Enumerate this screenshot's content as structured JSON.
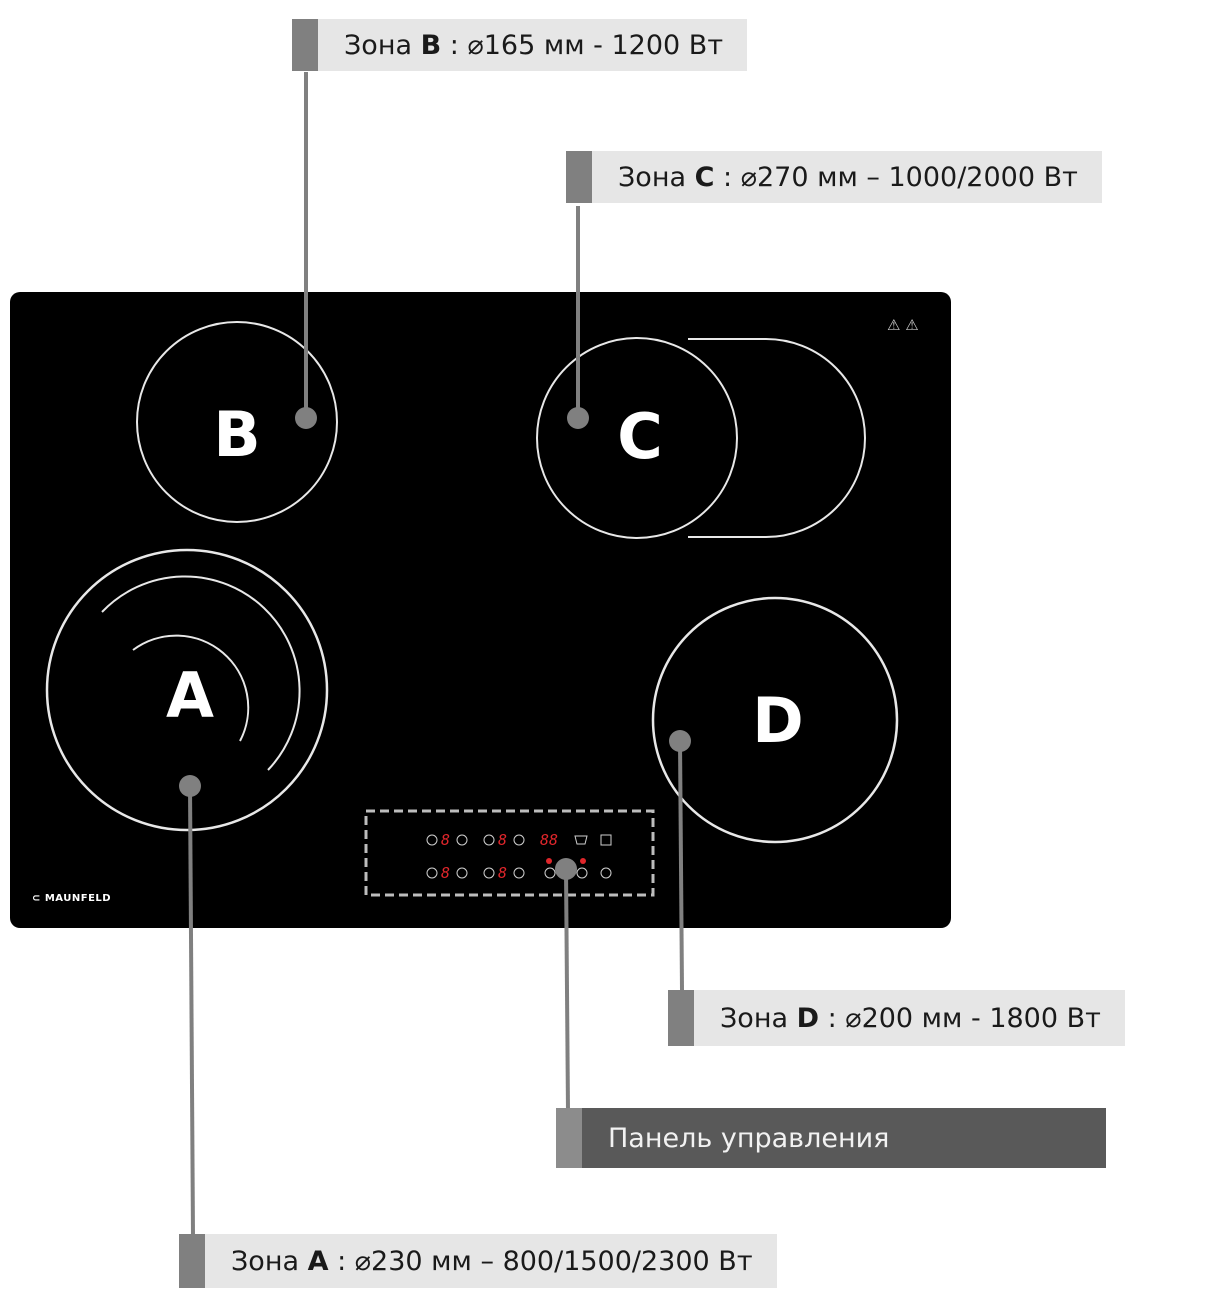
{
  "zones": {
    "A": {
      "letter": "A",
      "prefix": "Зона ",
      "code": "A",
      "spec": " : ⌀230 мм – 800/1500/2300 Вт"
    },
    "B": {
      "letter": "B",
      "prefix": "Зона ",
      "code": "B",
      "spec": " : ⌀165 мм - 1200 Вт"
    },
    "C": {
      "letter": "C",
      "prefix": "Зона ",
      "code": "C",
      "spec": " : ⌀270 мм – 1000/2000 Вт"
    },
    "D": {
      "letter": "D",
      "prefix": "Зона ",
      "code": "D",
      "spec": " : ⌀200 мм - 1800 Вт"
    }
  },
  "control_panel": {
    "label": "Панель управления",
    "digit_glyph": "8",
    "timer_display": "88"
  },
  "brand": "⊂ MAUNFELD",
  "warning_icons": "⚠ ⚠",
  "colors": {
    "hob": "#000000",
    "label_bg": "#e6e6e6",
    "label_tab": "#808080",
    "panel_label_bg": "#595959",
    "leader": "#808080",
    "digits": "#e0262b"
  }
}
